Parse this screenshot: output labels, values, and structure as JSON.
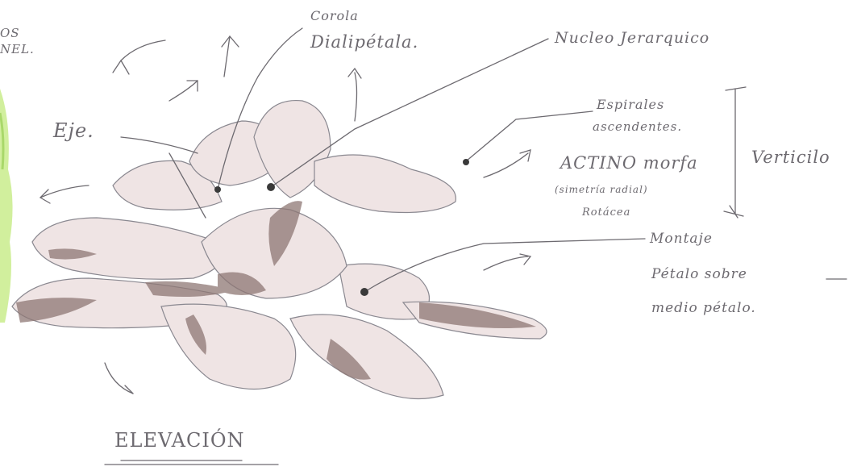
{
  "annotations": {
    "corner_top": "OS",
    "corner_bottom": "NEL.",
    "corola_1": "Corola",
    "corola_2": "Dialipétala.",
    "nucleo": "Nucleo Jerarquico",
    "eje": "Eje.",
    "espirales_1": "Espirales",
    "espirales_2": "ascendentes.",
    "actinomorfa": "ACTINO morfa",
    "simetria": "(simetría radial)",
    "rotacea": "Rotácea",
    "verticilo": "Verticilo",
    "montaje_1": "Montaje",
    "montaje_2": "Pétalo sobre",
    "montaje_3": "medio pétalo.",
    "elevacion": "ELEVACIÓN"
  },
  "colors": {
    "ink": "#6d6a70",
    "petal_wash": "#efe4e4",
    "petal_shadow": "#8e7774",
    "leaf_green": "#b8e27a"
  }
}
